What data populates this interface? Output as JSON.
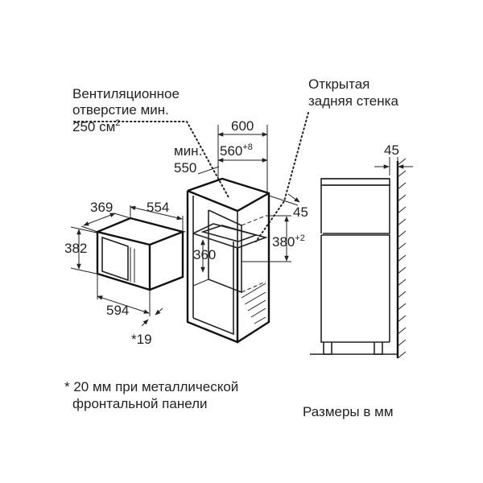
{
  "labels": {
    "ventilation_line1": "Вентиляционное",
    "ventilation_line2": "отверстие мин.",
    "ventilation_line3": "250 см",
    "ventilation_sup": "2",
    "open_back_line1": "Открытая",
    "open_back_line2": "задняя стенка",
    "footnote_line1": "* 20 мм при металлической",
    "footnote_line2": "фронтальной панели",
    "units_note": "Размеры в мм"
  },
  "dimensions": {
    "niche_width": "600",
    "niche_inner_width": "560",
    "niche_inner_width_tol": "+8",
    "niche_depth_min_label": "мин.",
    "niche_depth_min": "550",
    "appliance_depth": "369",
    "appliance_width_top": "554",
    "appliance_height": "382",
    "appliance_width": "594",
    "front_panel": "*19",
    "niche_height": "360",
    "niche_opening_height": "380",
    "niche_opening_height_tol": "+2",
    "niche_offset": "45",
    "wall_gap": "45"
  }
}
